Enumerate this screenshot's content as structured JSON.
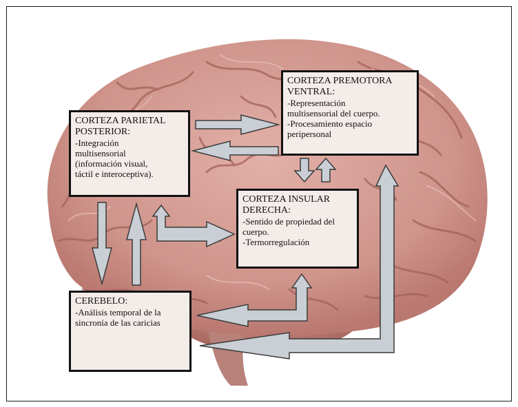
{
  "diagram": {
    "boxes": [
      {
        "id": "parietal",
        "title": "CORTEZA PARIETAL\nPOSTERIOR:",
        "lines": [
          "-Integración\nmultisensorial\n(información visual,\ntáctil e interoceptiva)."
        ]
      },
      {
        "id": "premotora",
        "title": "CORTEZA PREMOTORA\nVENTRAL:",
        "lines": [
          "-Representación\nmultisensorial del cuerpo.",
          "-Procesamiento espacio\nperipersonal"
        ]
      },
      {
        "id": "insular",
        "title": "CORTEZA INSULAR\nDERECHA:",
        "lines": [
          "-Sentido de propiedad del\ncuerpo.",
          "-Termorregulación"
        ]
      },
      {
        "id": "cerebelo",
        "title": "CEREBELO:",
        "lines": [
          "-Análisis temporal de la\nsincronía de las caricias"
        ]
      }
    ],
    "colors": {
      "box_fill": "#f3ece9",
      "arrow_fill": "#c9cfd4",
      "arrow_stroke": "#3a3a3a",
      "brain_base": "#d49a93",
      "brain_dark": "#a8645c"
    }
  }
}
